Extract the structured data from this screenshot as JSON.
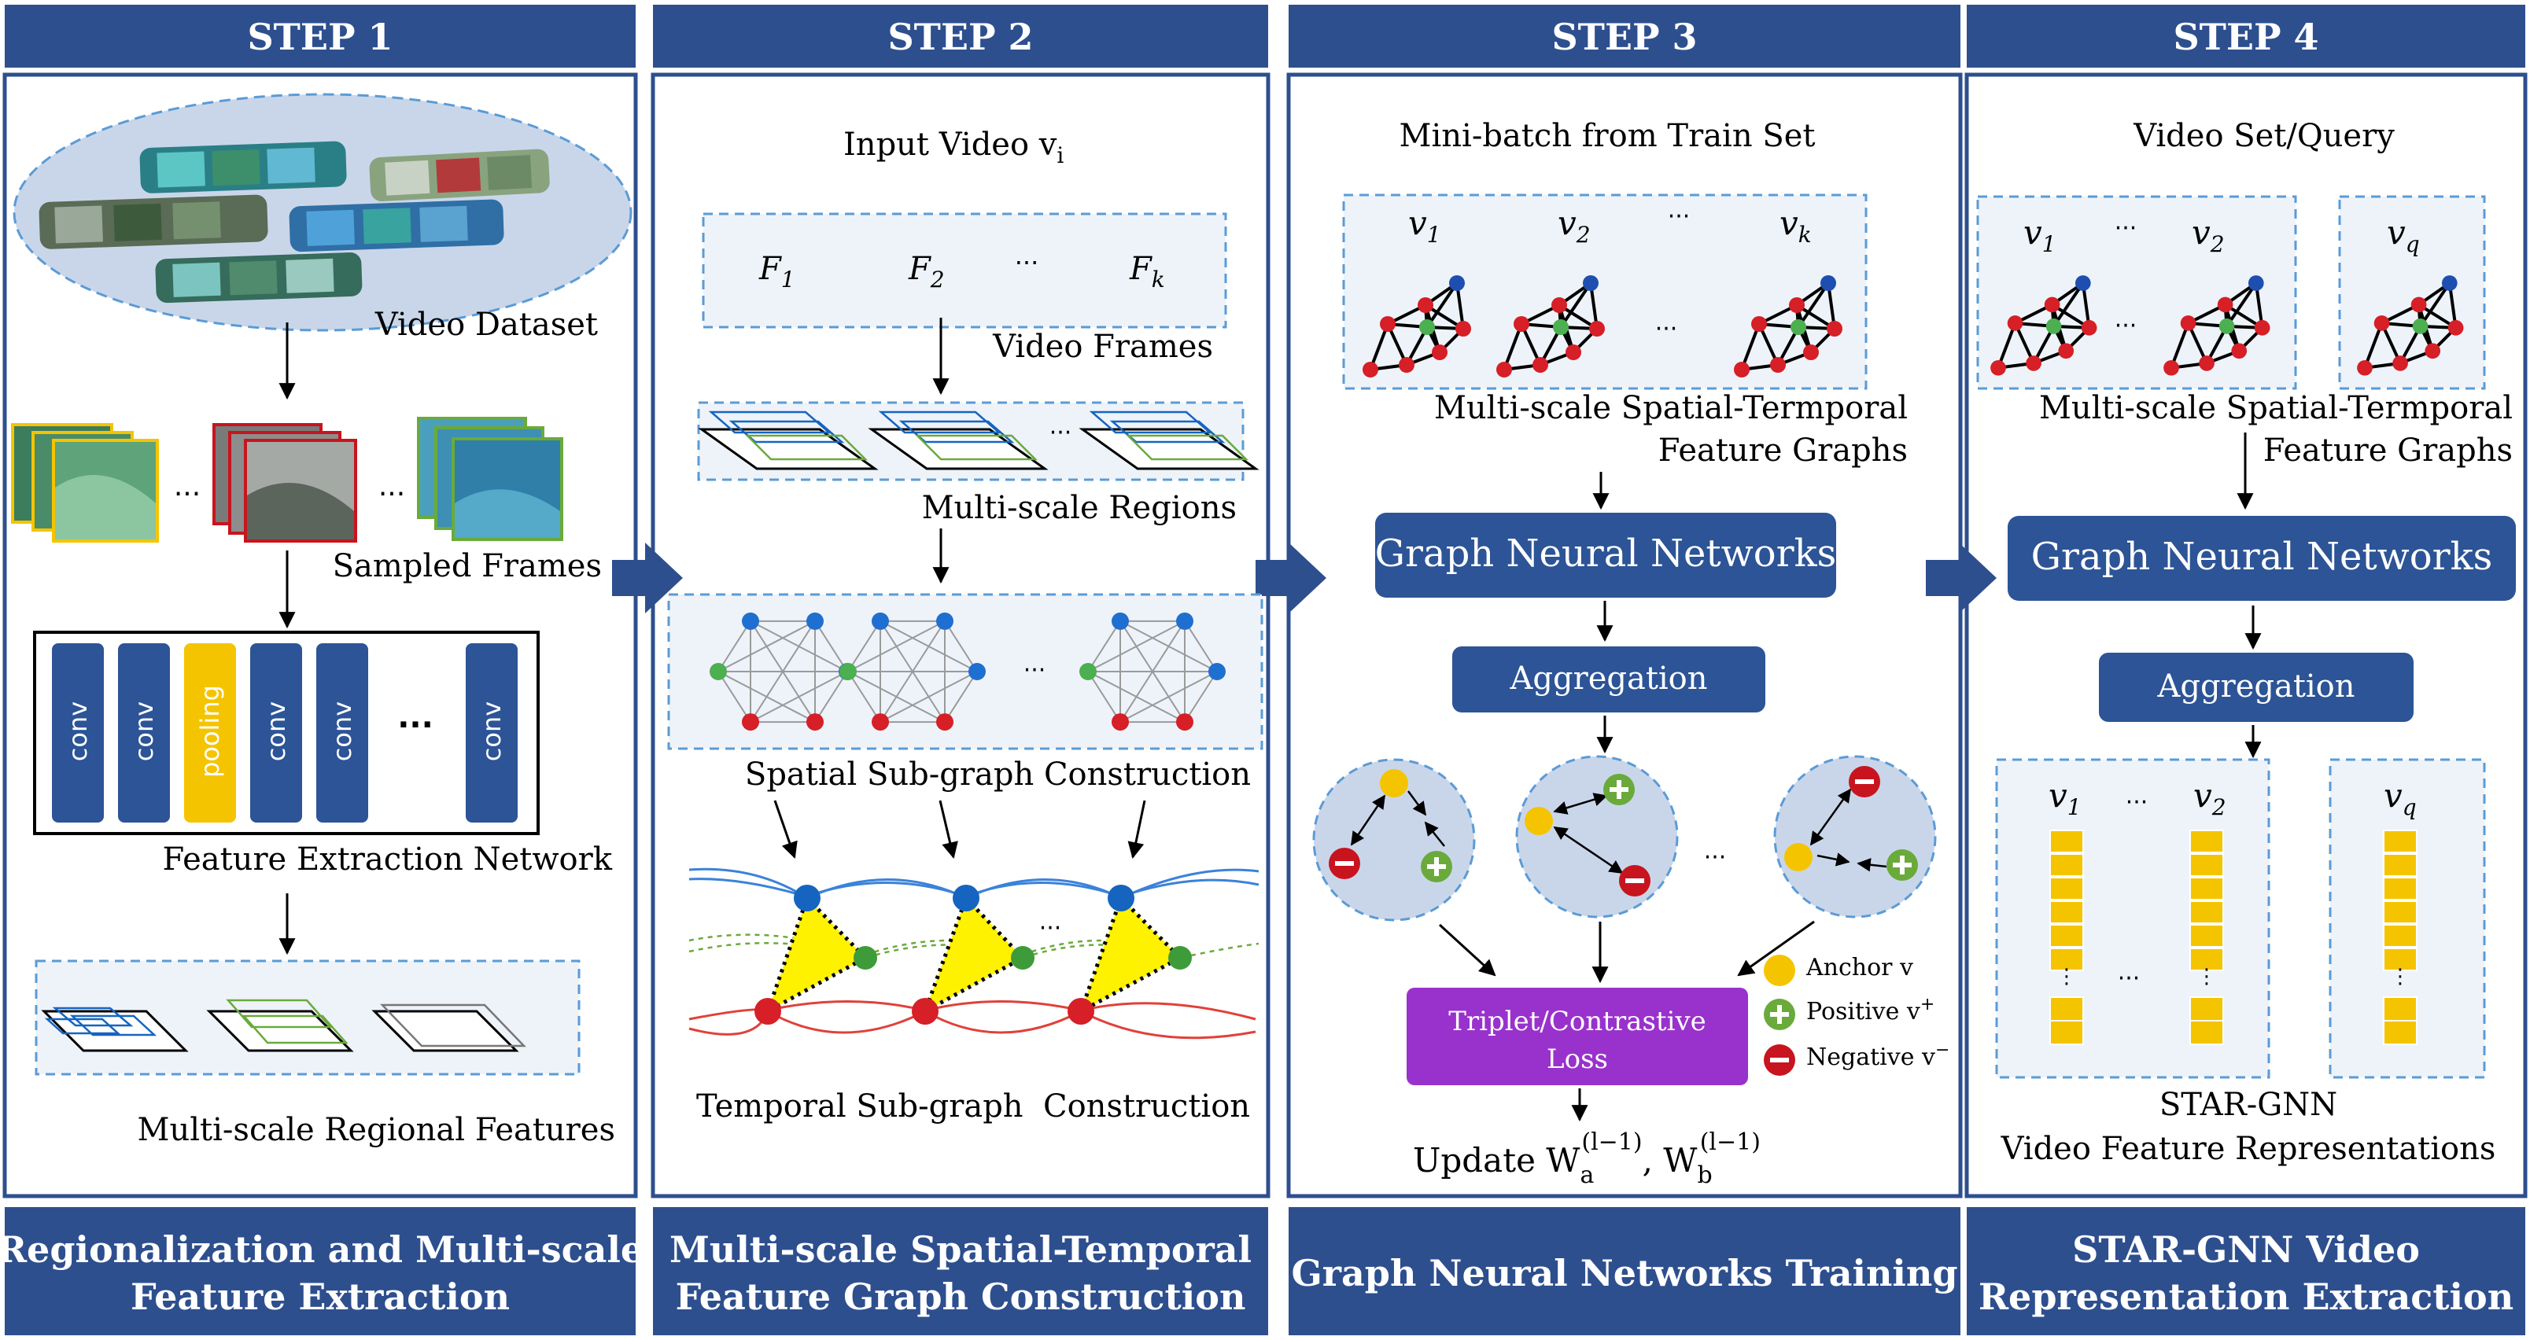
{
  "steps": [
    {
      "header": "STEP 1",
      "footer_line1": "Regionalization and Multi-scale",
      "footer_line2": "Feature Extraction"
    },
    {
      "header": "STEP 2",
      "footer_line1": "Multi-scale Spatial-Temporal",
      "footer_line2": "Feature Graph Construction"
    },
    {
      "header": "STEP 3",
      "footer_line1": "Graph Neural Networks Training",
      "footer_line2": ""
    },
    {
      "header": "STEP 4",
      "footer_line1": "STAR-GNN Video",
      "footer_line2": "Representation Extraction"
    }
  ],
  "step1": {
    "video_dataset": "Video Dataset",
    "sampled_frames": "Sampled Frames",
    "layers": [
      "conv",
      "conv",
      "pooling",
      "conv",
      "conv",
      "conv"
    ],
    "ellipsis": "...",
    "feature_network": "Feature Extraction Network",
    "regional_features": "Multi-scale Regional Features"
  },
  "step2": {
    "input_video": "Input Video v",
    "input_video_sub": "i",
    "frames": [
      "F",
      "F",
      "F"
    ],
    "frame_subs": [
      "1",
      "2",
      "k"
    ],
    "ellipsis": "···",
    "video_frames": "Video Frames",
    "multiscale_regions": "Multi-scale Regions",
    "spatial_construction": "Spatial Sub-graph Construction",
    "temporal_construction": "Temporal Sub-graph  Construction"
  },
  "step3": {
    "minibatch": "Mini-batch from Train Set",
    "videos": [
      "v",
      "v",
      "v"
    ],
    "video_subs": [
      "1",
      "2",
      "k"
    ],
    "ellipsis": "···",
    "graphs_line1": "Multi-scale Spatial-Termporal",
    "graphs_line2": "Feature Graphs",
    "gnn": "Graph Neural Networks",
    "aggregation": "Aggregation",
    "loss_line1": "Triplet/Contrastive",
    "loss_line2": "Loss",
    "legend": {
      "anchor": "Anchor v",
      "positive": "Positive v",
      "positive_sup": "+",
      "negative": "Negative v",
      "negative_sup": "−"
    },
    "update_prefix": "Update W",
    "update_sub_a": "a",
    "update_sub_b": "b",
    "update_sup": "(l−1)",
    "update_sep": ", W"
  },
  "step4": {
    "query": "Video Set/Query",
    "videos": [
      "v",
      "v",
      "v"
    ],
    "video_subs": [
      "1",
      "2",
      "q"
    ],
    "ellipsis": "···",
    "graphs_line1": "Multi-scale Spatial-Termporal",
    "graphs_line2": "Feature Graphs",
    "gnn": "Graph Neural Networks",
    "aggregation": "Aggregation",
    "output_line1": "STAR-GNN",
    "output_line2": "Video Feature Representations"
  },
  "colors": {
    "navy": "#2e4f8e",
    "blue_box": "#2c5496",
    "yellow": "#f5c400",
    "green": "#6aaa3a",
    "red": "#c8141e",
    "purple": "#9932cc",
    "light_fill": "#eef3fa",
    "dash": "#5b9bd5"
  }
}
